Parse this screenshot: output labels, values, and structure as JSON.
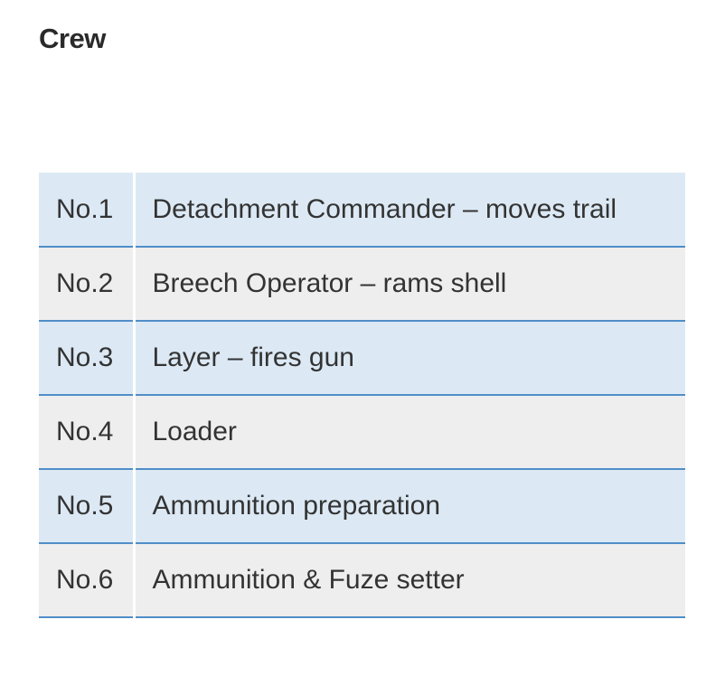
{
  "heading": "Crew",
  "crew": [
    {
      "number": "No.1",
      "role": "Detachment Commander – moves trail"
    },
    {
      "number": "No.2",
      "role": "Breech Operator – rams shell"
    },
    {
      "number": "No.3",
      "role": "Layer – fires gun"
    },
    {
      "number": "No.4",
      "role": "Loader"
    },
    {
      "number": "No.5",
      "role": "Ammunition preparation"
    },
    {
      "number": "No.6",
      "role": "Ammunition & Fuze setter"
    }
  ],
  "colors": {
    "row_odd": "#dce9f4",
    "row_even": "#eeeeee",
    "row_border": "#4f8ec9",
    "text": "#333333"
  }
}
